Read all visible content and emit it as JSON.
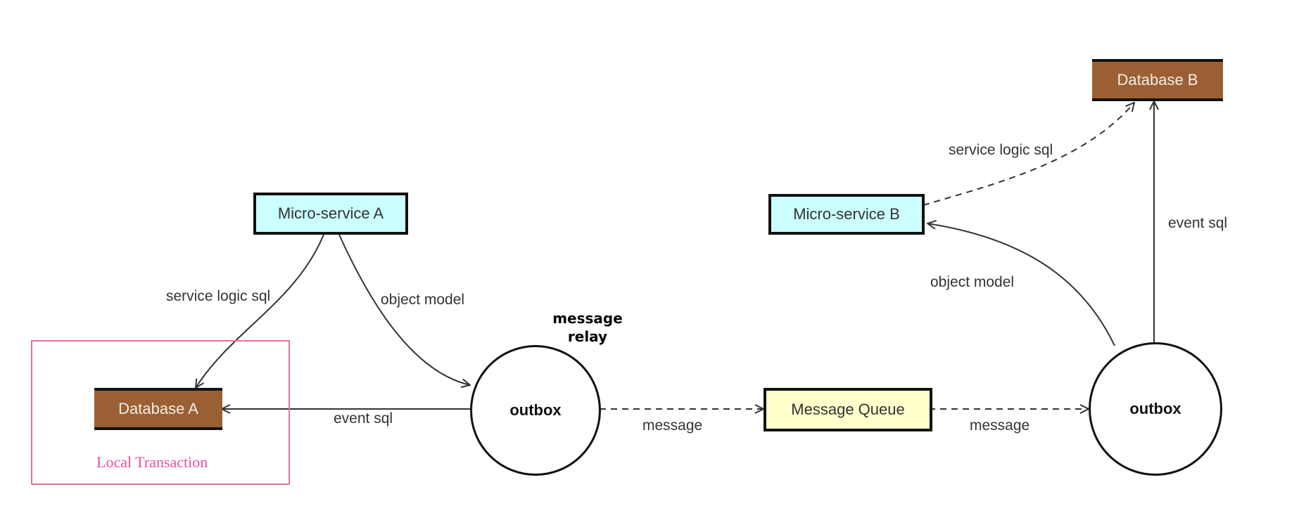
{
  "nodes": {
    "microservice_a": "Micro-service A",
    "microservice_b": "Micro-service B",
    "database_a": "Database A",
    "database_b": "Database B",
    "outbox_left": "outbox",
    "outbox_right": "outbox",
    "message_queue": "Message Queue"
  },
  "labels": {
    "service_logic_sql_a": "service logic sql",
    "object_model_a": "object model",
    "event_sql_a": "event sql",
    "message_left": "message",
    "message_right": "message",
    "message_relay": "message relay",
    "service_logic_sql_b": "service logic sql",
    "object_model_b": "object model",
    "event_sql_b": "event sql"
  },
  "local_transaction": "Local Transaction",
  "colors": {
    "service_fill": "#ccffff",
    "queue_fill": "#ffffcc",
    "database_fill": "#9a6034",
    "local_transaction": "#e8509a"
  }
}
